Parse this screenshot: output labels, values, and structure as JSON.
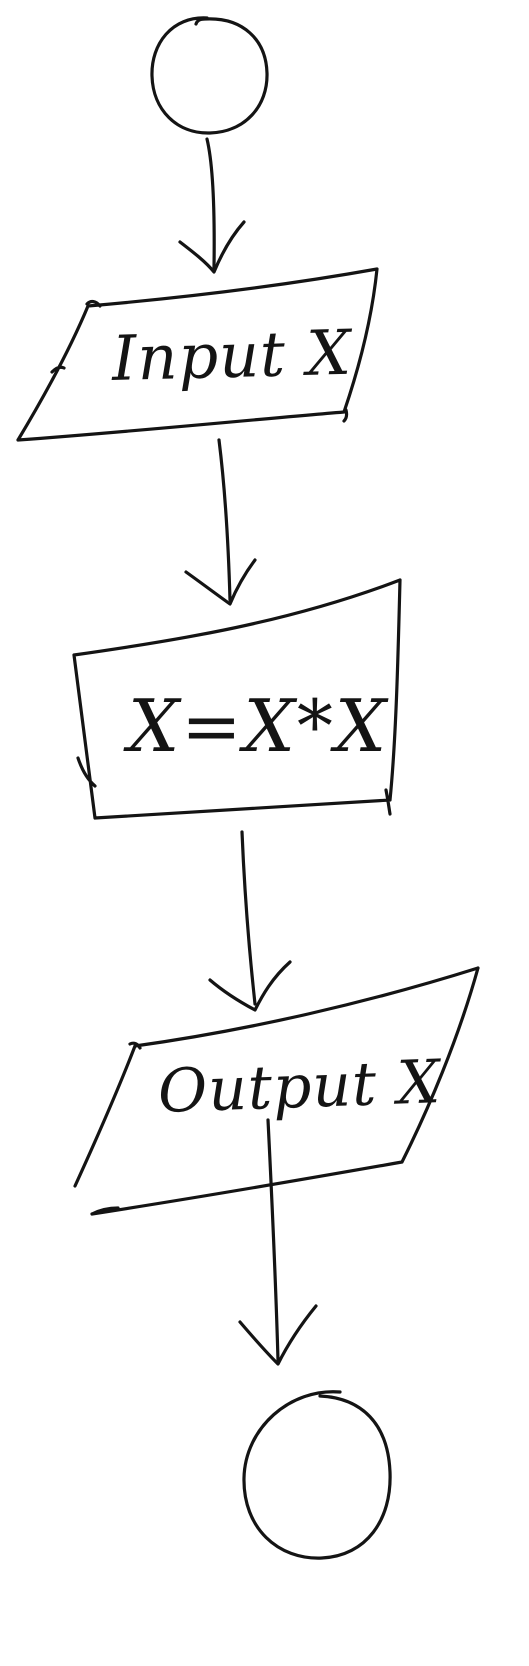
{
  "flowchart": {
    "start": {
      "shape": "circle",
      "label": ""
    },
    "input": {
      "shape": "parallelogram",
      "label": "Input X"
    },
    "process": {
      "shape": "rectangle",
      "label": "X=X*X"
    },
    "output": {
      "shape": "parallelogram",
      "label": "Output X"
    },
    "end": {
      "shape": "circle",
      "label": ""
    }
  },
  "style": {
    "ink_color": "#141414",
    "background": "#ffffff",
    "rendering": "hand-drawn"
  }
}
